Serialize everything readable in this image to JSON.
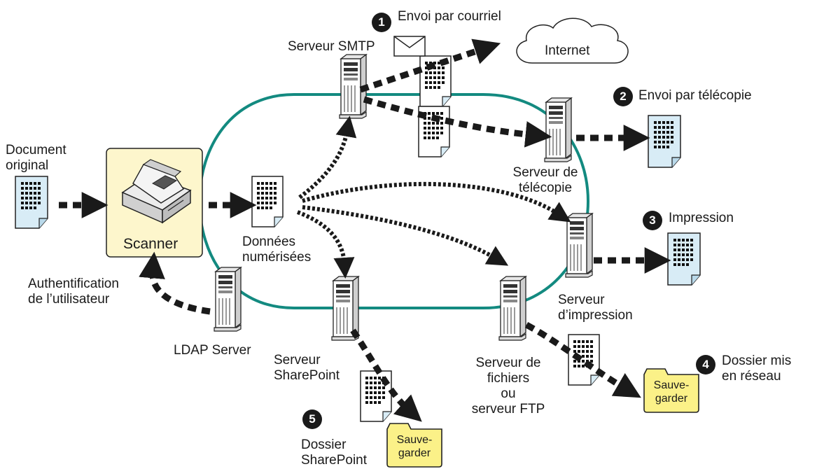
{
  "labels": {
    "document_original": [
      "Document",
      "original"
    ],
    "scanner": "Scanner",
    "donnees": [
      "Données",
      "numérisées"
    ],
    "authentification": [
      "Authentification",
      "de l’utilisateur"
    ],
    "ldap": "LDAP Server",
    "smtp": "Serveur SMTP",
    "internet": "Internet",
    "fax_server": [
      "Serveur de",
      "télécopie"
    ],
    "print_server": [
      "Serveur",
      "d’impression"
    ],
    "sharepoint_server": [
      "Serveur",
      "SharePoint"
    ],
    "file_server": [
      "Serveur de",
      "fichiers",
      "ou",
      "serveur FTP"
    ]
  },
  "destinations": [
    {
      "number": "1",
      "label": [
        "Envoi par courriel"
      ]
    },
    {
      "number": "2",
      "label": [
        "Envoi par télécopie"
      ]
    },
    {
      "number": "3",
      "label": [
        "Impression"
      ]
    },
    {
      "number": "4",
      "label": [
        "Dossier mis",
        "en réseau"
      ]
    },
    {
      "number": "5",
      "label": [
        "Dossier",
        "SharePoint"
      ]
    }
  ],
  "folder_text": [
    "Sauve-",
    "garder"
  ],
  "colors": {
    "network_ring": "#138a80",
    "scanner_box": "#fdf6cc",
    "fax_doc": "#d8ecf6",
    "folder": "#fbf188",
    "arrow": "#1a1a1a"
  },
  "icons": [
    "document-icon",
    "scanner-icon",
    "server-icon",
    "envelope-icon",
    "cloud-icon",
    "folder-icon",
    "fax-doc-icon"
  ]
}
